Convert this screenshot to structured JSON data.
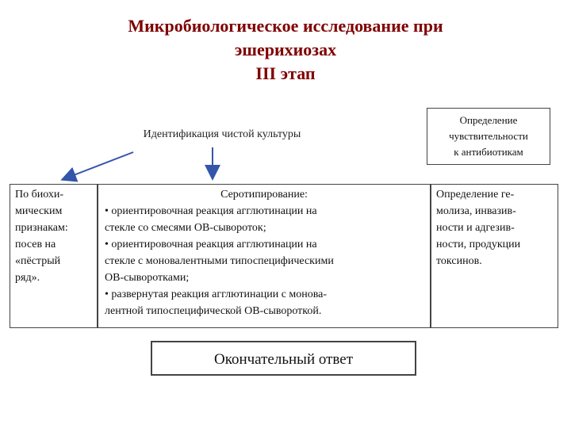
{
  "title": {
    "lines": [
      "Микробиологическое исследование при",
      "эшерихиозах",
      "III этап"
    ]
  },
  "identification": "Идентификация чистой культуры",
  "sensitivity": {
    "lines": [
      "Определение",
      "чувствительности",
      "к антибиотикам"
    ]
  },
  "left_box": {
    "lines": [
      "По биохи-",
      "мическим",
      "признакам:",
      "посев на",
      "«пёстрый",
      "ряд»."
    ]
  },
  "middle_box": {
    "heading": "Серотипирование:",
    "lines": [
      "• ориентировочная реакция агглютинации на",
      "стекле со смесями ОВ-сывороток;",
      "• ориентировочная реакция агглютинации на",
      "стекле с моновалентными типоспецифическими",
      "ОВ-сыворотками;",
      "• развернутая реакция агглютинации с монова-",
      "лентной типоспецифической ОВ-сывороткой."
    ]
  },
  "right_box": {
    "lines": [
      "Определение ге-",
      "молиза, инвазив-",
      "ности и адгезив-",
      "ности, продукции",
      "токсинов."
    ]
  },
  "final_answer": "Окончательный ответ",
  "colors": {
    "title": "#800000",
    "border": "#444444",
    "arrow": "#3355aa"
  }
}
